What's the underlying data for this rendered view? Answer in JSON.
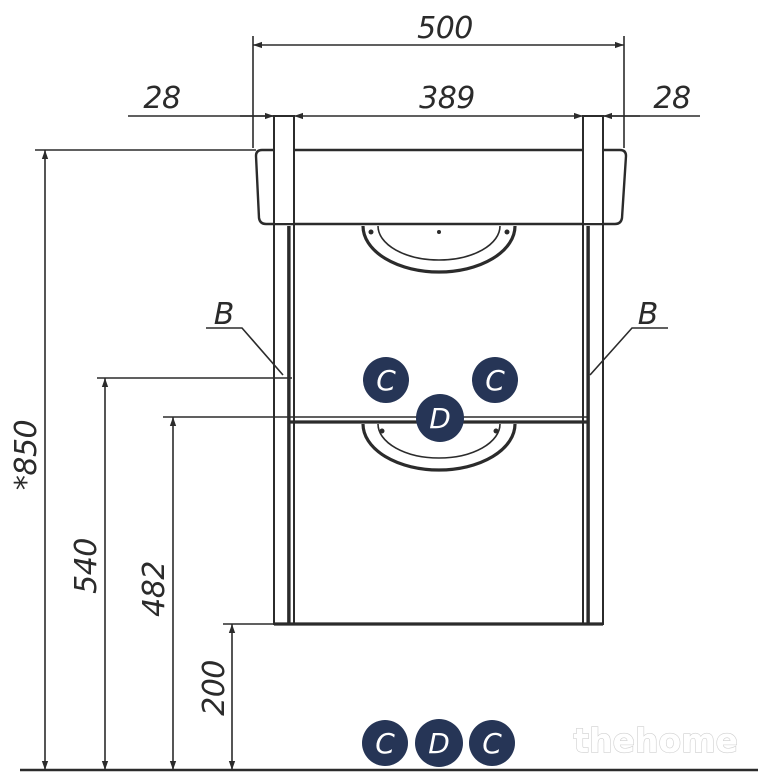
{
  "dimensions": {
    "total_width": "500",
    "side_left": "28",
    "inner_width": "389",
    "side_right": "28",
    "total_height": "*850",
    "height_540": "540",
    "height_482": "482",
    "height_200": "200"
  },
  "labels": {
    "b_left": "B",
    "b_right": "B",
    "c": "C",
    "d": "D"
  },
  "colors": {
    "line": "#2b2b2b",
    "badge": "#263556",
    "badge_text": "#ffffff"
  },
  "watermark": "thehome"
}
